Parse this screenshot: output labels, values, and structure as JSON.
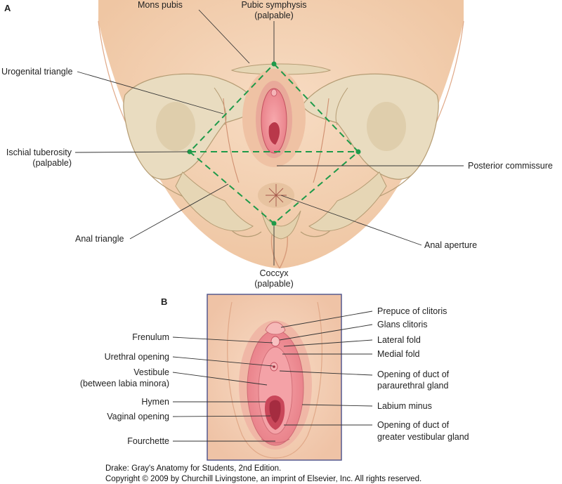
{
  "figure": {
    "panel_a": "A",
    "panel_b": "B"
  },
  "labels_a": {
    "mons_pubis": "Mons pubis",
    "pubic_symphysis": "Pubic symphysis",
    "pubic_symphysis_note": "(palpable)",
    "urogenital_triangle": "Urogenital triangle",
    "ischial_tuberosity": "Ischial tuberosity",
    "ischial_tuberosity_note": "(palpable)",
    "posterior_commissure": "Posterior commissure",
    "anal_triangle": "Anal triangle",
    "anal_aperture": "Anal aperture",
    "coccyx": "Coccyx",
    "coccyx_note": "(palpable)"
  },
  "labels_b": {
    "prepuce": "Prepuce of clitoris",
    "glans": "Glans clitoris",
    "frenulum": "Frenulum",
    "lateral_fold": "Lateral fold",
    "medial_fold": "Medial fold",
    "urethral_opening": "Urethral opening",
    "paraurethral_1": "Opening of duct of",
    "paraurethral_2": "paraurethral gland",
    "vestibule_1": "Vestibule",
    "vestibule_2": "(between labia minora)",
    "hymen": "Hymen",
    "labium_minus": "Labium minus",
    "vaginal_opening": "Vaginal opening",
    "greater_vestibular_1": "Opening of duct of",
    "greater_vestibular_2": "greater vestibular gland",
    "fourchette": "Fourchette"
  },
  "credits": {
    "line1": "Drake: Gray's Anatomy for Students, 2nd Edition.",
    "line2": "Copyright © 2009 by Churchill Livingstone, an imprint of Elsevier, Inc. All rights reserved."
  },
  "colors": {
    "skin": "#f4d2b5",
    "skin_shadow": "#e8b896",
    "bone": "#e7d9bb",
    "bone_shadow": "#c9b38a",
    "mucosa": "#f08f96",
    "mucosa_dark": "#c8505e",
    "diamond": "#1f9a4a",
    "frame": "#4a4f8a"
  }
}
